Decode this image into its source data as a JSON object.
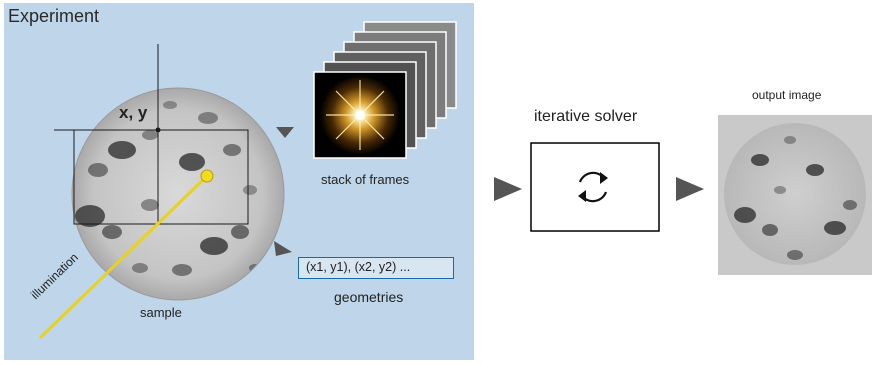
{
  "experiment": {
    "title": "Experiment",
    "coords_label": "x, y",
    "illumination_label": "illumination",
    "sample_label": "sample",
    "frames_label": "stack of frames",
    "geometries_box": "(x1, y1), (x2, y2) ...",
    "geometries_label": "geometries"
  },
  "solver": {
    "title": "iterative solver",
    "icon": "refresh-cycle-icon"
  },
  "output": {
    "title": "output image"
  },
  "colors": {
    "panel_bg": "#bfd6ea",
    "illumination_beam": "#e8d21e",
    "geometry_border": "#1a6aa6",
    "arrow": "#555555"
  }
}
